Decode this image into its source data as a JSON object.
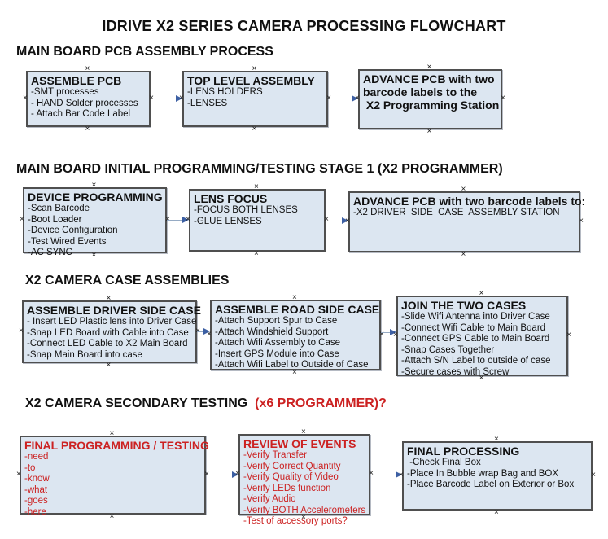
{
  "title": "IDRIVE X2  SERIES CAMERA PROCESSING FLOWCHART",
  "glyphs": {
    "handle": "×"
  },
  "colors": {
    "box_fill": "#dce6f1",
    "box_border": "#4f4f4f",
    "red_text": "#cc2222",
    "arrow_head": "#3c5fa3",
    "arrow_line": "#96abc4"
  },
  "sections": [
    {
      "heading": "MAIN BOARD PCB ASSEMBLY PROCESS",
      "boxes": [
        {
          "title": "ASSEMBLE PCB",
          "items": [
            "-SMT processes",
            "- HAND Solder processes",
            "- Attach Bar Code Label"
          ]
        },
        {
          "title": "TOP LEVEL ASSEMBLY",
          "items": [
            "-LENS HOLDERS",
            "-LENSES"
          ]
        },
        {
          "title_lines": [
            "ADVANCE PCB with two",
            "barcode labels to the",
            " X2 Programming Station"
          ]
        }
      ]
    },
    {
      "heading": "MAIN BOARD INITIAL PROGRAMMING/TESTING STAGE 1 (X2 PROGRAMMER)",
      "boxes": [
        {
          "title": "DEVICE PROGRAMMING",
          "items": [
            "-Scan Barcode",
            "-Boot Loader",
            "-Device Configuration",
            "-Test Wired Events",
            "-AC SYNC"
          ]
        },
        {
          "title": "LENS FOCUS",
          "items": [
            "-FOCUS BOTH LENSES",
            "-GLUE LENSES"
          ]
        },
        {
          "title": "ADVANCE PCB with two barcode labels to:",
          "items": [
            "-X2 DRIVER  SIDE  CASE  ASSEMBLY STATION"
          ]
        }
      ]
    },
    {
      "heading": "X2 CAMERA CASE ASSEMBLIES",
      "boxes": [
        {
          "title": "ASSEMBLE DRIVER SIDE CASE",
          "items": [
            "- Insert LED Plastic lens into Driver Case",
            "-Snap LED Board with Cable into Case",
            "-Connect LED Cable to X2 Main Board",
            "-Snap Main Board into case"
          ]
        },
        {
          "title": "ASSEMBLE ROAD SIDE CASE",
          "items": [
            "-Attach Support Spur to Case",
            "-Attach Windshield Support",
            "-Attach Wifi Assembly to Case",
            "-Insert GPS Module into Case",
            "-Attach Wifi Label to Outside of Case"
          ]
        },
        {
          "title": "JOIN THE TWO CASES",
          "items": [
            "-Slide Wifi Antenna into Driver Case",
            "-Connect Wifi Cable to Main Board",
            "-Connect GPS Cable to Main Board",
            "-Snap Cases Together",
            "-Attach S/N Label to outside of case",
            "-Secure cases with Screw"
          ]
        }
      ]
    },
    {
      "heading": "X2 CAMERA SECONDARY TESTING  ",
      "heading_red": "(x6 PROGRAMMER)?",
      "boxes": [
        {
          "title": "FINAL PROGRAMMING / TESTING",
          "items": [
            "-need",
            "-to",
            "-know",
            "-what",
            "-goes",
            "-here"
          ]
        },
        {
          "title": "REVIEW OF EVENTS",
          "items": [
            "-Verify Transfer",
            "-Verify Correct Quantity",
            "-Verify Quality of Video",
            "-Verify LEDs function",
            "-Verify Audio",
            "-Verify BOTH Accelerometers",
            "-Test of accessory ports?"
          ]
        },
        {
          "title": "FINAL PROCESSING",
          "items": [
            " -Check Final Box",
            "-Place In Bubble wrap Bag and BOX",
            "-Place Barcode Label on Exterior or Box"
          ]
        }
      ]
    }
  ]
}
